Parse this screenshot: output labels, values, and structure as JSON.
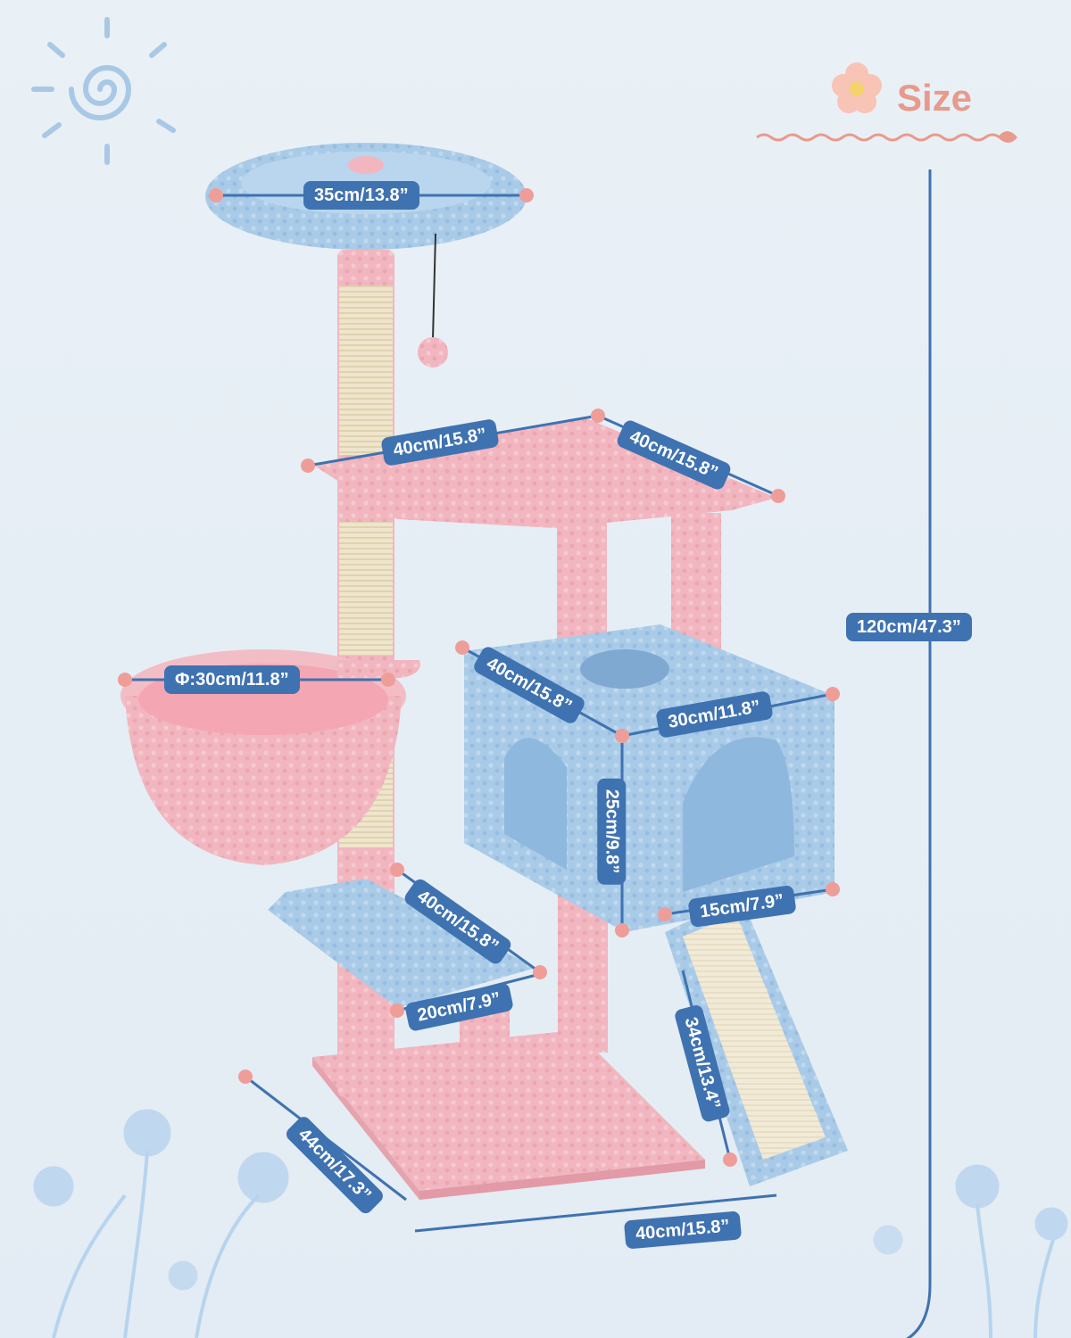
{
  "header": {
    "title": "Size",
    "flower_icon": "flower-icon",
    "decor_icons": [
      "sun-doodle-icon",
      "wildflower-doodle-icon",
      "leaf-icon"
    ]
  },
  "colors": {
    "accent_blue": "#3f72b0",
    "label_text": "#ffffff",
    "pink_title": "#e89a8c",
    "marker_pink": "#ef9d98",
    "plush_pink": "#f1b7bf",
    "plush_blue": "#a9cbe8",
    "sisal": "#efe4c8",
    "background": "#e6eef5"
  },
  "product": {
    "name_icon": "cat-tree-icon"
  },
  "dimensions": {
    "top_perch_width": "35cm/13.8”",
    "upper_platform_left": "40cm/15.8”",
    "upper_platform_right": "40cm/15.8”",
    "total_height": "120cm/47.3”",
    "basket_diameter": "Φ:30cm/11.8”",
    "condo_depth": "40cm/15.8”",
    "condo_width": "30cm/11.8”",
    "condo_height": "25cm/9.8”",
    "ramp_width": "15cm/7.9”",
    "lower_step_length": "40cm/15.8”",
    "lower_step_width": "20cm/7.9”",
    "ramp_length": "34cm/13.4”",
    "base_depth": "44cm/17.3”",
    "base_width": "40cm/15.8”"
  }
}
